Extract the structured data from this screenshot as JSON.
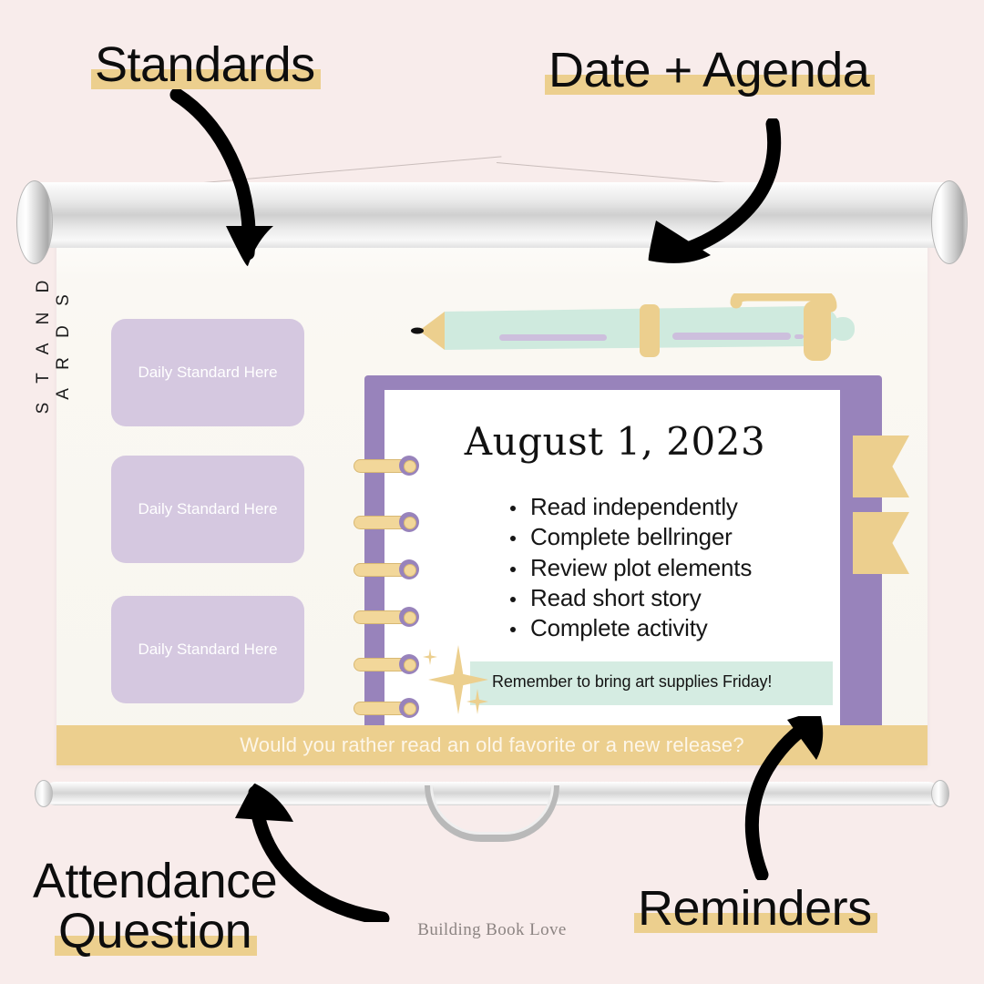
{
  "colors": {
    "background": "#f8eceb",
    "gold": "#eccf8e",
    "lavender": "#d5c8e0",
    "purple_frame": "#9883bb",
    "mint": "#d5ece2",
    "sheet": "#f8f6ef",
    "ink": "#0d0d0d"
  },
  "callouts": {
    "standards": "Standards",
    "agenda": "Date + Agenda",
    "reminders": "Reminders",
    "attendance_line1": "Attendance",
    "attendance_line2": "Question"
  },
  "standards": {
    "vertical_label": "S T A N D A R D S",
    "cards": [
      {
        "label": "Daily Standard Here"
      },
      {
        "label": "Daily Standard Here"
      },
      {
        "label": "Daily Standard Here"
      }
    ]
  },
  "planner": {
    "date": "August 1, 2023",
    "agenda": [
      "Read independently",
      "Complete bellringer",
      "Review plot elements",
      "Read short story",
      "Complete activity"
    ],
    "reminder": "Remember to bring art supplies Friday!",
    "ring_count": 6,
    "ribbon_count": 2
  },
  "attendance": {
    "question": "Would you rather read an old favorite or a new release?"
  },
  "watermark": "Building Book Love",
  "icons": {
    "pen": "pen-icon",
    "sparkle": "sparkle-icon",
    "arrow": "curved-arrow-icon",
    "ribbon": "ribbon-bookmark-icon",
    "disc": "planner-disc-icon",
    "handle": "pull-handle-icon"
  }
}
